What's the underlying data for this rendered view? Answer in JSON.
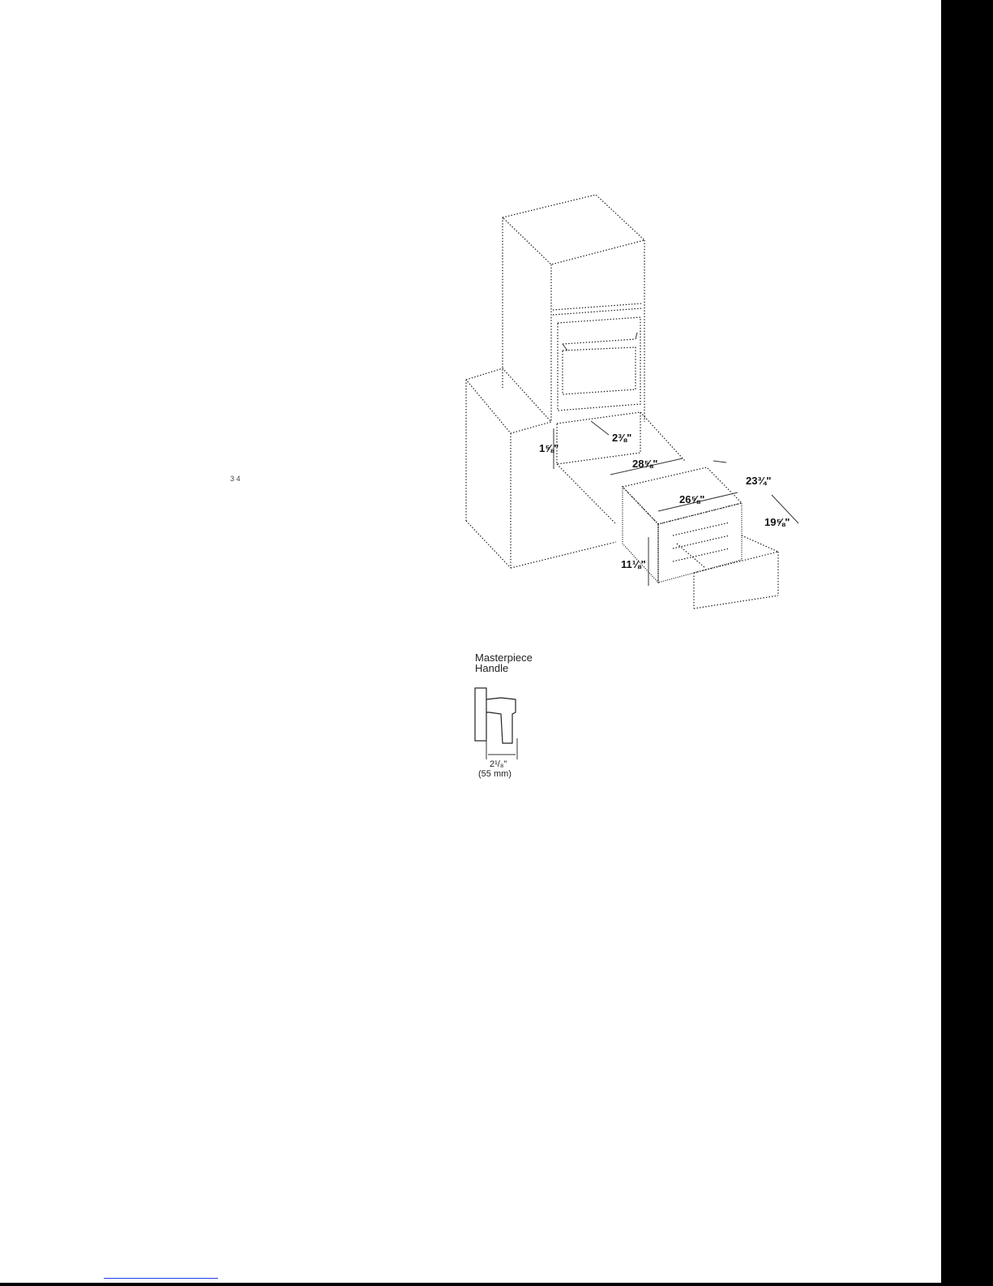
{
  "stray_text": "3 4",
  "dimensions": {
    "d1": "2⅜\"",
    "d2": "1⅝\"",
    "d3": "28⅝\"",
    "d4": "23¾\"",
    "d5": "26⅝\"",
    "d6": "19⅝\"",
    "d7": "11⅛\""
  },
  "handle": {
    "title_line1": "Masterpiece",
    "title_line2": "Handle",
    "dim_inch": "2¹/₈\"",
    "dim_mm": "(55 mm)"
  }
}
